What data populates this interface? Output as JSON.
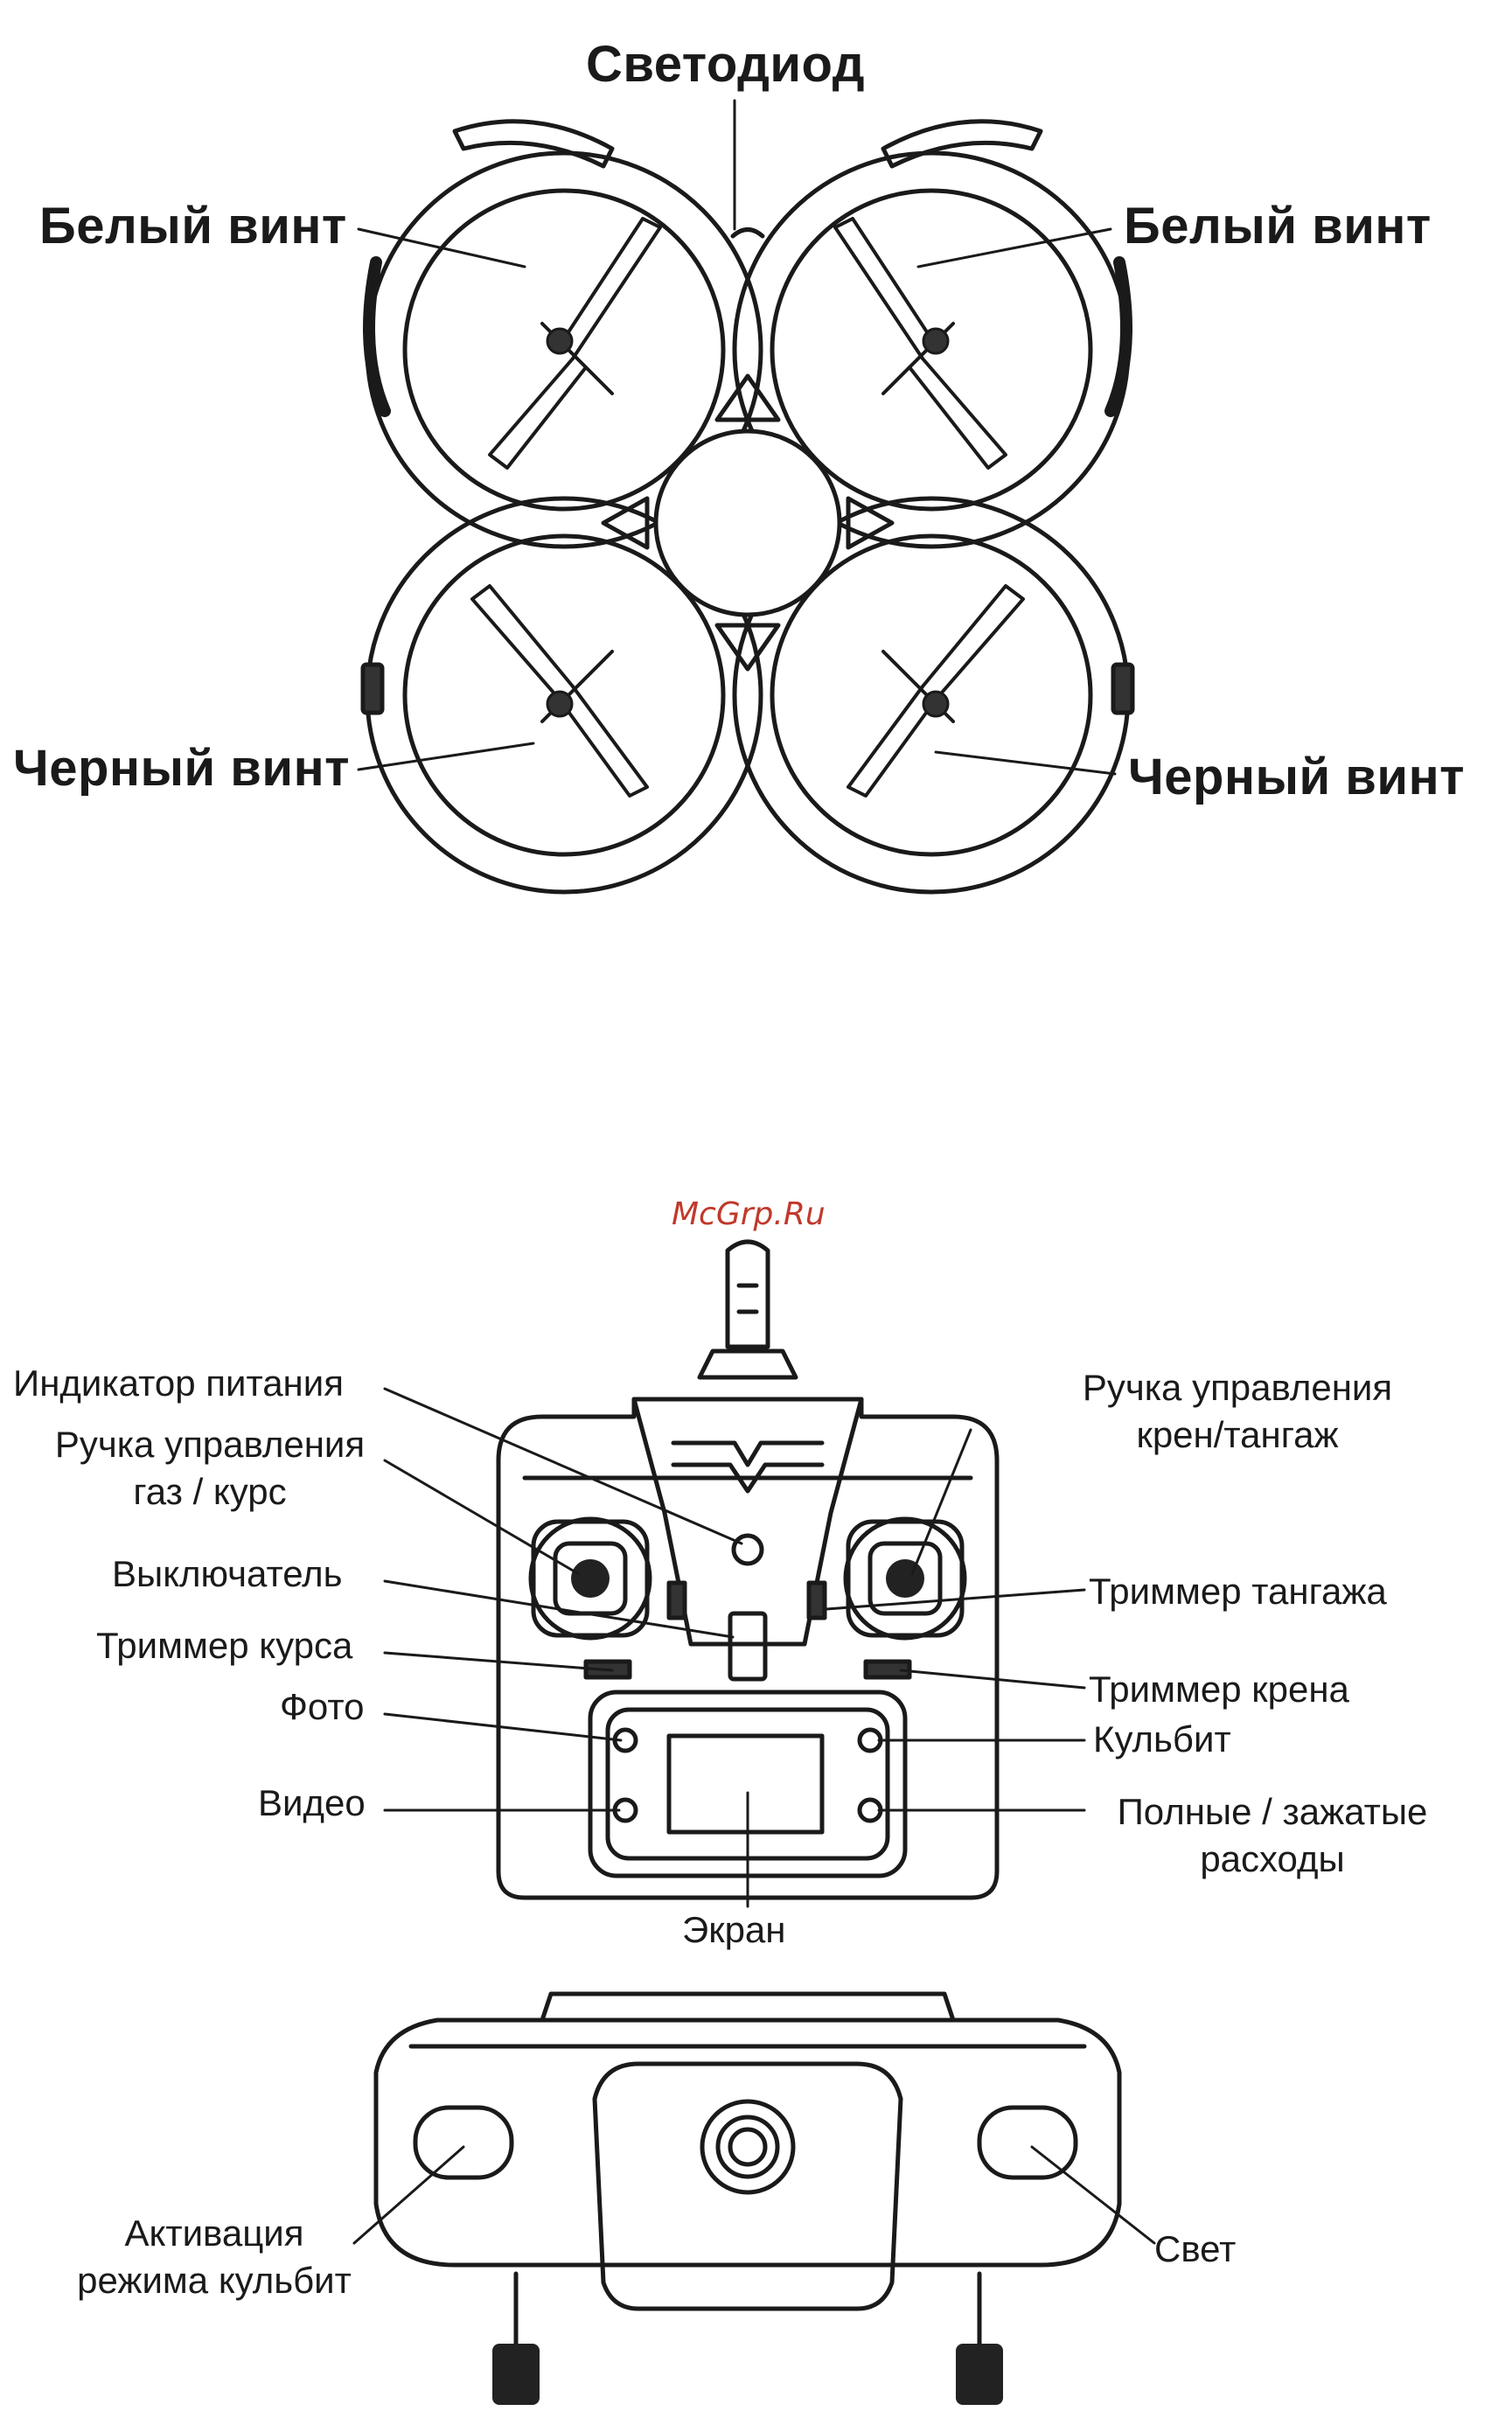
{
  "watermark": "McGrp.Ru",
  "drone": {
    "led": "Светодиод",
    "white_left": "Белый винт",
    "white_right": "Белый винт",
    "black_left": "Черный винт",
    "black_right": "Черный винт"
  },
  "remote": {
    "power_indicator": "Индикатор питания",
    "throttle_stick_1": "Ручка управления",
    "throttle_stick_2": "газ / курс",
    "switch": "Выключатель",
    "yaw_trim": "Триммер курса",
    "photo": "Фото",
    "video": "Видео",
    "screen": "Экран",
    "roll_stick_1": "Ручка управления",
    "roll_stick_2": "крен/тангаж",
    "pitch_trim": "Триммер тангажа",
    "roll_trim": "Триммер крена",
    "flip": "Кульбит",
    "rates_1": "Полные / зажатые",
    "rates_2": "расходы"
  },
  "front": {
    "flip_mode_1": "Активация",
    "flip_mode_2": "режима кульбит",
    "light": "Свет"
  }
}
